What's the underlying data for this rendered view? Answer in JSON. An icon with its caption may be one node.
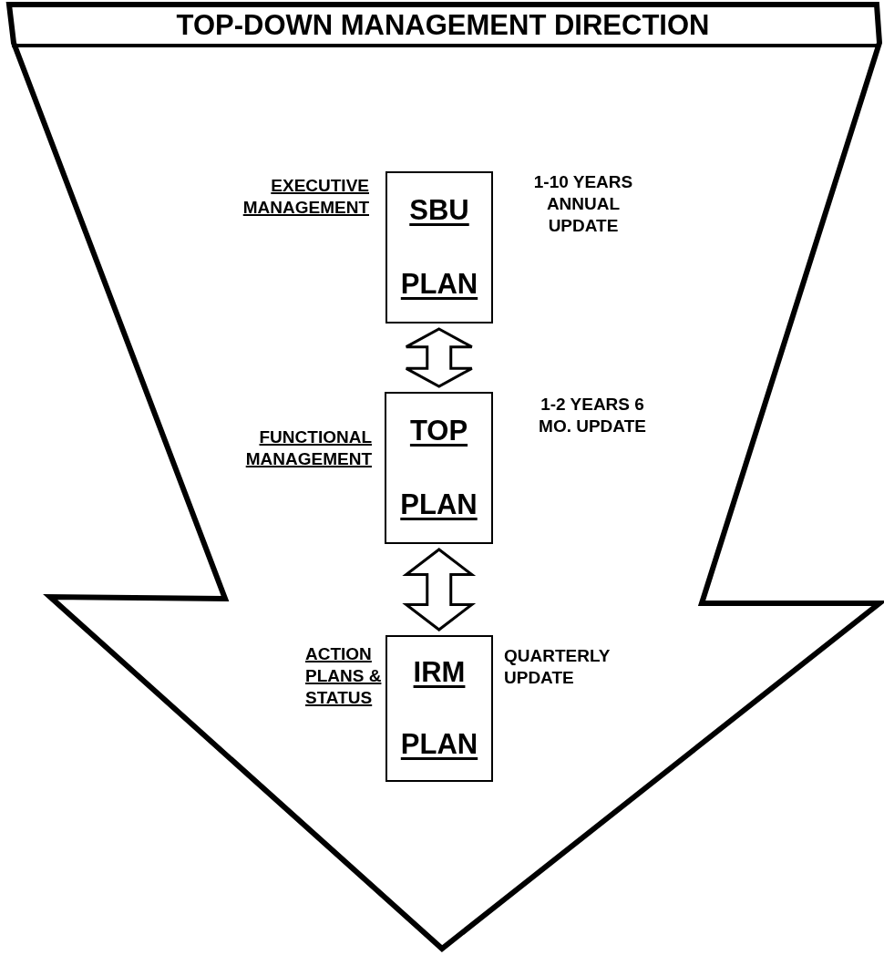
{
  "diagram": {
    "nodes": [
      {
        "text": [
          "TOP-DOWN MANAGEMENT DIRECTION"
        ]
      },
      {
        "text": [
          "SBU",
          "PLAN"
        ],
        "in": 0,
        "beside": [
          "EXECUTIVE MANAGEMENT",
          "1-10 YEARS ANNUAL UPDATE"
        ]
      },
      {
        "text": [
          "TOP",
          "PLAN"
        ],
        "in": 0,
        "beside": [
          "FUNCTIONAL MANAGEMENT",
          "1-2 YEARS 6 MO. UPDATE"
        ]
      },
      {
        "text": [
          "IRM",
          "PLAN"
        ],
        "in": 0,
        "beside": [
          "ACTION PLANS & STATUS",
          "QUARTERLY UPDATE"
        ]
      }
    ],
    "edges": [
      {
        "from": 1,
        "to": 2,
        "arrow": "both"
      },
      {
        "from": 2,
        "to": 3,
        "arrow": "both"
      }
    ]
  }
}
